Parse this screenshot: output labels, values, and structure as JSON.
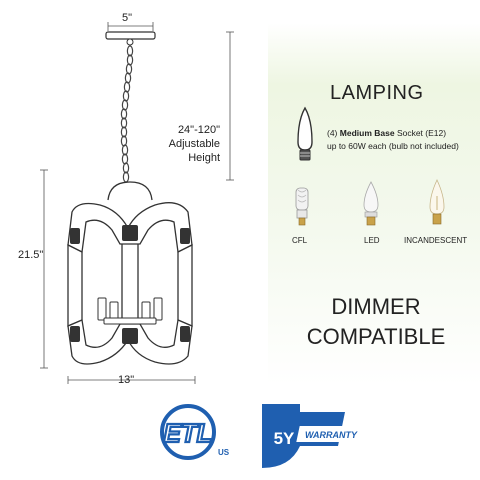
{
  "dimensions": {
    "top_width": "5\"",
    "bottom_width": "13\"",
    "height": "21.5\"",
    "chain_length": "24\"-120\"",
    "chain_label_1": "Adjustable",
    "chain_label_2": "Height"
  },
  "lamping": {
    "title": "LAMPING",
    "count": "(4)",
    "base": "Medium Base",
    "socket": "Socket (E12)",
    "wattage": "up to 60W each (bulb not included)",
    "bulbs": [
      {
        "label": "CFL",
        "icon": "cfl-bulb-icon"
      },
      {
        "label": "LED",
        "icon": "led-bulb-icon"
      },
      {
        "label": "INCANDESCENT",
        "icon": "incandescent-bulb-icon"
      }
    ]
  },
  "dimmer": {
    "line1": "DIMMER",
    "line2": "COMPATIBLE"
  },
  "certifications": {
    "etl_logo_text": "ETL",
    "etl_suffix": "US",
    "warranty_years": "5Y",
    "warranty_label": "WARRANTY",
    "etl_color": "#1f5fb0",
    "warranty_color": "#1f5fb0"
  }
}
